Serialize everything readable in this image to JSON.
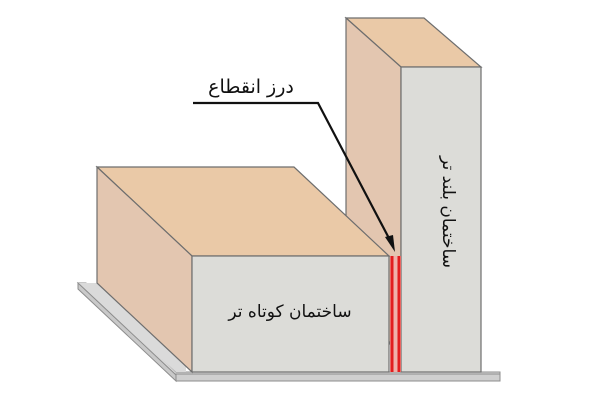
{
  "labels": {
    "joint": "درز انقطاع",
    "short_building": "ساختمان کوتاه تر",
    "tall_building": "ساختمان بلند تر"
  },
  "colors": {
    "roof": "#eac9a7",
    "side_face": "#e3c6b0",
    "front_face": "#dcdcd8",
    "ground": "#d8d8d8",
    "joint": "#e21d1d",
    "outline": "#6e6e6e",
    "leader": "#111111"
  }
}
